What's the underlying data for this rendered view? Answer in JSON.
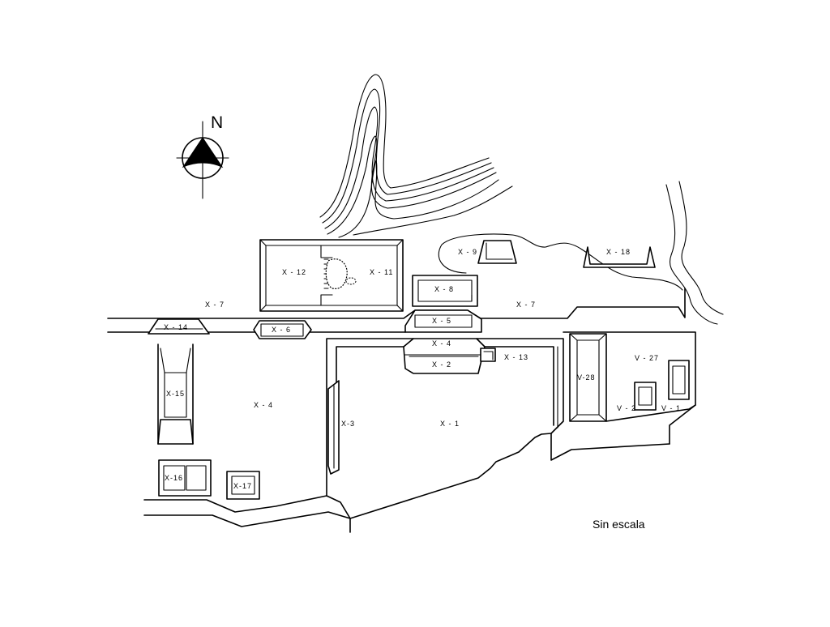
{
  "north": {
    "letter": "N",
    "icon": "north-arrow-icon"
  },
  "scale_note": "Sin escala",
  "structures": {
    "x1": "X - 1",
    "x2": "X - 2",
    "x3": "X-3",
    "x4a": "X - 4",
    "x4b": "X - 4",
    "x5": "X - 5",
    "x6": "X - 6",
    "x7a": "X - 7",
    "x7b": "X - 7",
    "x8": "X - 8",
    "x9": "X - 9",
    "x11": "X - 11",
    "x12": "X - 12",
    "x13": "X - 13",
    "x14": "X - 14",
    "x15": "X-15",
    "x16": "X-16",
    "x17": "X-17",
    "x18": "X - 18",
    "v1": "V - 1",
    "v2": "V - 2",
    "v27": "V - 27",
    "v28": "V-28"
  }
}
